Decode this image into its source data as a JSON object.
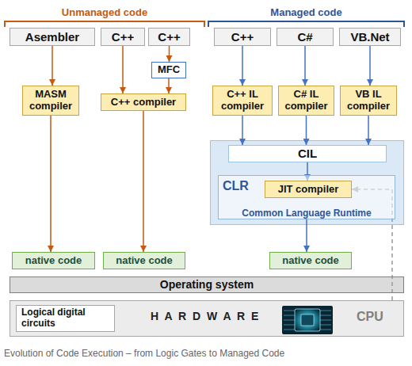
{
  "diagram": {
    "caption": "Evolution of Code Execution – from Logic Gates to Managed Code",
    "nodes": [
      {
        "text": [
          "Asembler"
        ]
      },
      {
        "text": [
          "C++"
        ]
      },
      {
        "text": [
          "C++"
        ]
      },
      {
        "text": [
          "C++"
        ]
      },
      {
        "text": [
          "C#"
        ]
      },
      {
        "text": [
          "VB.Net"
        ]
      },
      {
        "text": [
          "MFC"
        ]
      },
      {
        "text": [
          "MASM compiler"
        ]
      },
      {
        "text": [
          "C++ compiler"
        ]
      },
      {
        "text": [
          "C++ IL compiler"
        ]
      },
      {
        "text": [
          "C# IL compiler"
        ]
      },
      {
        "text": [
          "VB IL compiler"
        ]
      },
      {
        "text": [
          "CIL"
        ]
      },
      {
        "text": [
          "CLR",
          "Common Language Runtime"
        ]
      },
      {
        "text": [
          "JIT compiler"
        ],
        "in": 13
      },
      {
        "text": [
          "native code"
        ]
      },
      {
        "text": [
          "native code"
        ]
      },
      {
        "text": [
          "native code"
        ]
      },
      {
        "text": [
          "Operating system"
        ]
      },
      {
        "text": [
          "H A R D W A R E",
          "CPU"
        ]
      },
      {
        "text": [
          "Logical digital circuits"
        ],
        "in": 19
      }
    ],
    "edges": [
      {
        "from": 0,
        "to": 7,
        "arrow": "to"
      },
      {
        "from": 7,
        "to": 15,
        "arrow": "to"
      },
      {
        "from": 1,
        "to": 8,
        "arrow": "to"
      },
      {
        "from": 2,
        "to": 6,
        "arrow": "to"
      },
      {
        "from": 6,
        "to": 8,
        "arrow": "to"
      },
      {
        "from": 8,
        "to": 16,
        "arrow": "to"
      },
      {
        "from": 3,
        "to": 9,
        "arrow": "to"
      },
      {
        "from": 4,
        "to": 10,
        "arrow": "to"
      },
      {
        "from": 5,
        "to": 11,
        "arrow": "to"
      },
      {
        "from": 9,
        "to": 12,
        "arrow": "to"
      },
      {
        "from": 10,
        "to": 12,
        "arrow": "to"
      },
      {
        "from": 11,
        "to": 12,
        "arrow": "to"
      },
      {
        "from": 12,
        "to": 14,
        "arrow": "to"
      },
      {
        "from": 13,
        "to": 17,
        "arrow": "to"
      },
      {
        "from": 19,
        "to": 14,
        "arrow": "to"
      }
    ],
    "labels": [
      "Unmanaged code",
      "Managed code"
    ]
  }
}
